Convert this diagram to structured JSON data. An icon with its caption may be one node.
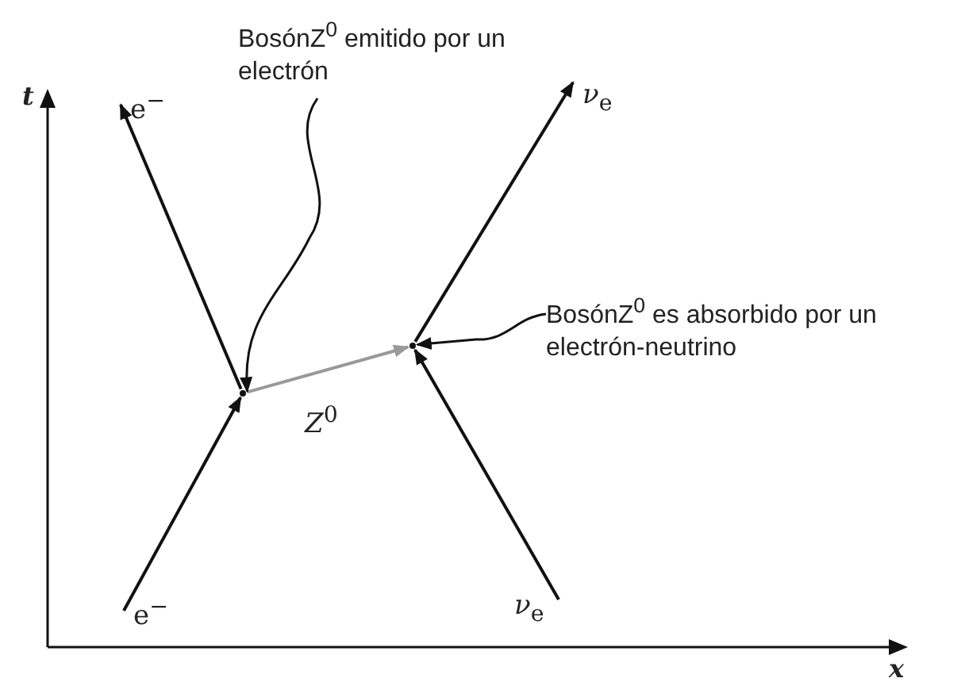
{
  "diagram": {
    "nodes": [
      {
        "text": [
          "BosónZ$^{0}$ emitido por un electrón"
        ]
      },
      {
        "text": [
          "e$^{−}$"
        ]
      },
      {
        "text": [
          "*ν*$_{e}$"
        ]
      },
      {
        "text": [
          "BosónZ$^{0}$ es absorbido por un electrón-neutrino"
        ]
      },
      {
        "text": [],
        "shape": "circle"
      },
      {
        "text": [],
        "shape": "circle"
      },
      {
        "text": [
          "e$^{−}$"
        ]
      },
      {
        "text": [
          "*ν*$_{e}$"
        ]
      }
    ],
    "edges": [
      {
        "from": 6,
        "to": 4,
        "arrow": "to"
      },
      {
        "from": 4,
        "to": 1,
        "arrow": "to"
      },
      {
        "from": 4,
        "to": 5,
        "arrow": "to",
        "label": "*Z*$^{0}$",
        "color": "#999999"
      },
      {
        "from": 7,
        "to": 5,
        "arrow": "to"
      },
      {
        "from": 5,
        "to": 2,
        "arrow": "to"
      },
      {
        "from": 0,
        "to": 4,
        "arrow": "to"
      },
      {
        "from": 3,
        "to": 5,
        "arrow": "to"
      }
    ],
    "labels": [
      "t",
      "x"
    ]
  }
}
